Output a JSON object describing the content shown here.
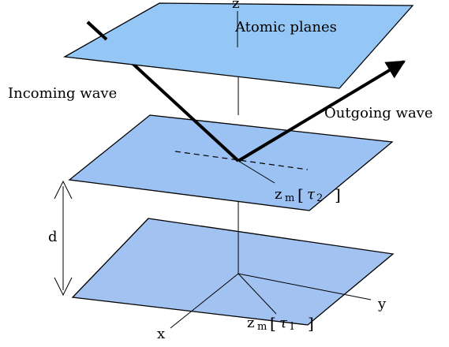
{
  "labels": {
    "atomic_planes": "Atomic planes",
    "incoming_wave": "Incoming wave",
    "outgoing_wave": "Outgoing wave",
    "axis_z": "z",
    "axis_x": "x",
    "axis_y": "y",
    "spacing": "d",
    "zm_tau2_base": "z",
    "zm_tau2_sub": "m",
    "zm_tau2_bracket_open": "[",
    "zm_tau2_tau": "τ",
    "zm_tau2_index": "2",
    "zm_tau2_bracket_close": "]",
    "zm_tau1_base": "z",
    "zm_tau1_sub": "m",
    "zm_tau1_bracket_open": "[",
    "zm_tau1_tau": "τ",
    "zm_tau1_index": "1",
    "zm_tau1_bracket_close": "]"
  },
  "colors": {
    "plane_fill": "#94c7f5",
    "plane_fill_mid": "#9cc2f3",
    "plane_fill_bottom": "#a2c3f1",
    "stroke": "#000000"
  }
}
